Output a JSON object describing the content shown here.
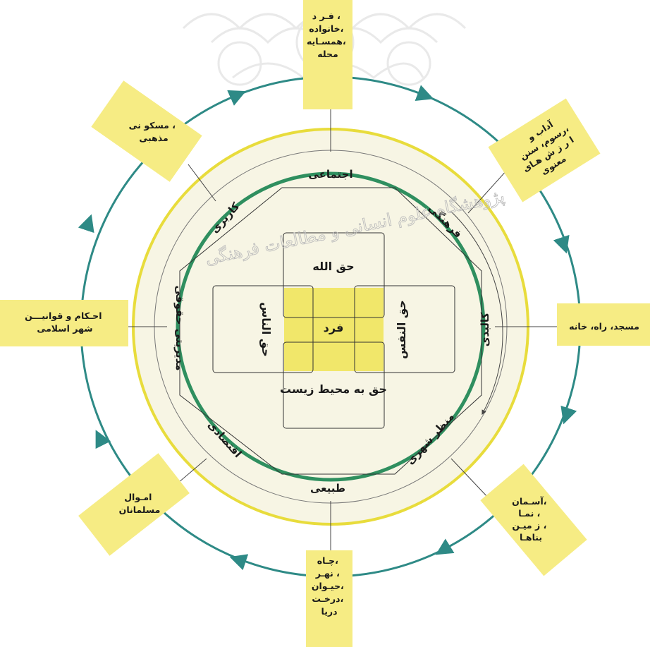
{
  "diagram": {
    "outer_boxes": {
      "top": [
        "فـر د ،",
        "خانواده،",
        "همسـايه،",
        "محله"
      ],
      "top_right": [
        "آداب  و",
        "رسوم، سنن،",
        "ا ر ز ش هـای",
        "معنوی"
      ],
      "right": [
        "مسجد، راه، خانه"
      ],
      "bottom_right": [
        "آسـمان،",
        "نمـا    ،",
        "ز میـن ،",
        "بناهـا"
      ],
      "bottom": [
        "چـاه،",
        "نهـر ،",
        "حیـوان،",
        "درخـت،",
        "دریا"
      ],
      "bottom_left": [
        "امـوال",
        "مسلمانان"
      ],
      "left": [
        "احـکام و قوانیـــن",
        "شهر اسلامی"
      ],
      "top_left": [
        "مسکو نی ،",
        "مذهبی"
      ]
    },
    "ring_labels": {
      "social": "اجتماعی",
      "cultural": "فرهنگی",
      "physical": "کالبدی",
      "landscape": "منظر شهری",
      "natural": "طبیعی",
      "economic": "اقتصادی",
      "legal_management": "مدیریتی حقوقی",
      "landuse": "کاربری"
    },
    "center": {
      "haq_allah": "حق الله",
      "haq_alnas": "حق الناس",
      "haq_alnafs": "حق النفس",
      "fard": "فرد",
      "haq_environment": "حق به محیط زیست"
    },
    "watermark": "پژوهشگاه علوم انسانی و مطالعات فرهنگی",
    "colors": {
      "teal": "#2e8a86",
      "green": "#2f8f5f",
      "yellow_ring": "#e8dc3c",
      "box_fill": "#f6ec84",
      "inner_fill": "#f7f5e4",
      "center_highlight": "#f1e76a"
    }
  }
}
